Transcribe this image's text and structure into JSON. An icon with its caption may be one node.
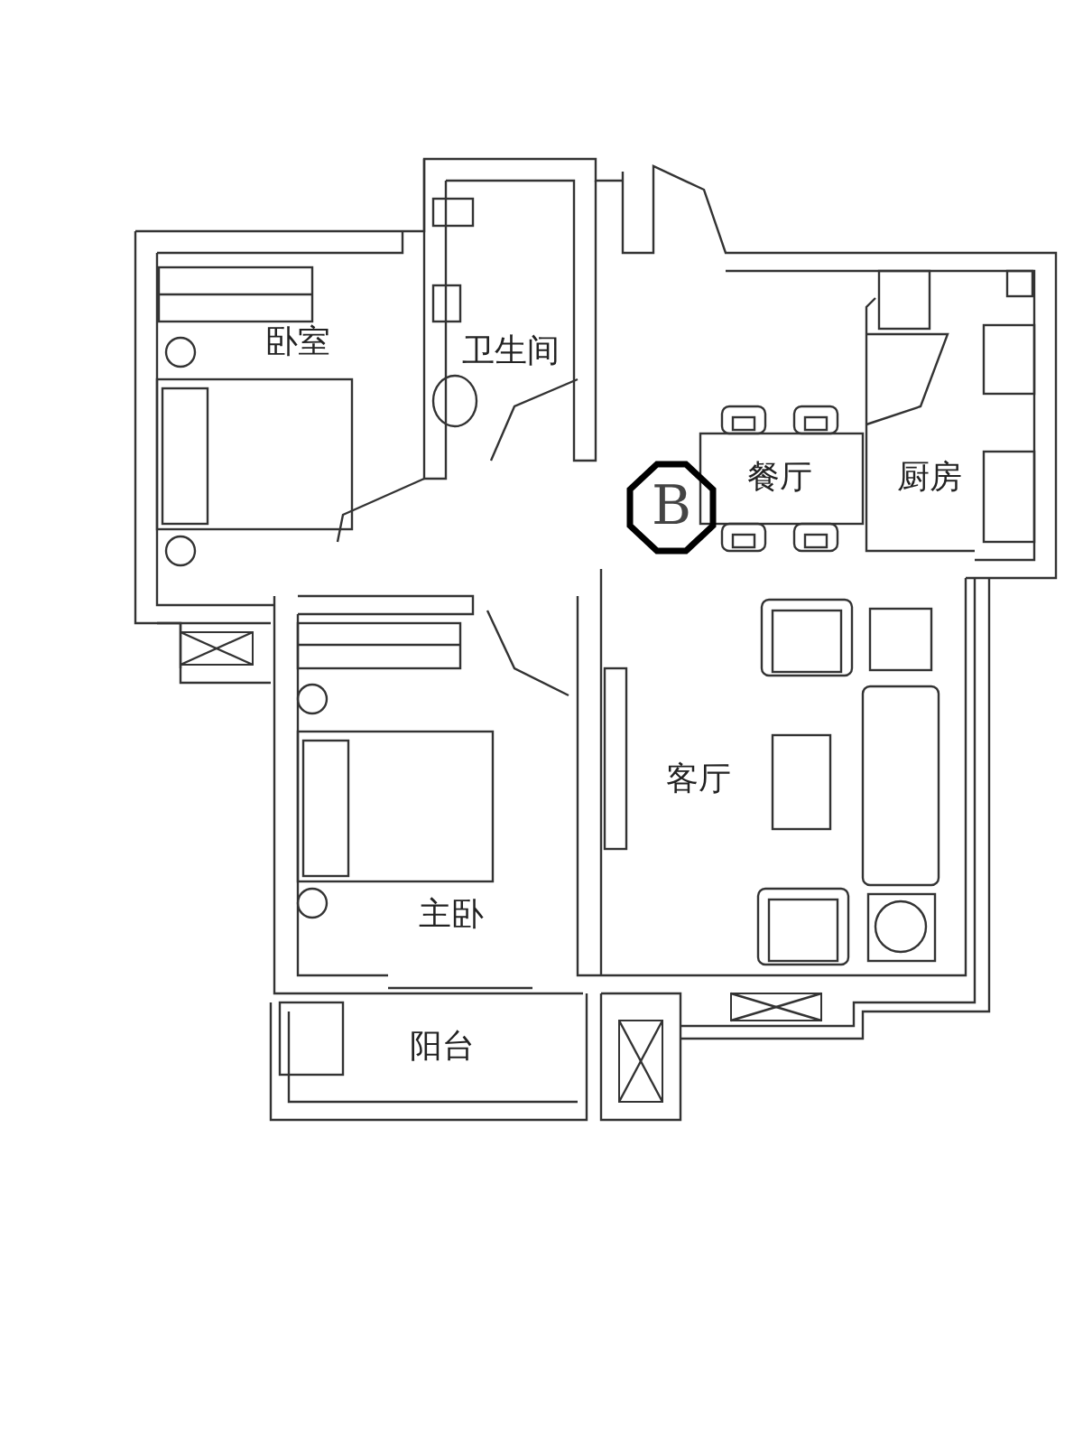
{
  "diagram": {
    "nodes": [
      {
        "text": [
          "B"
        ]
      }
    ],
    "labels": [
      "卧室",
      "卫生间",
      "餐厅",
      "厨房",
      "客厅",
      "主卧",
      "阳台"
    ]
  }
}
